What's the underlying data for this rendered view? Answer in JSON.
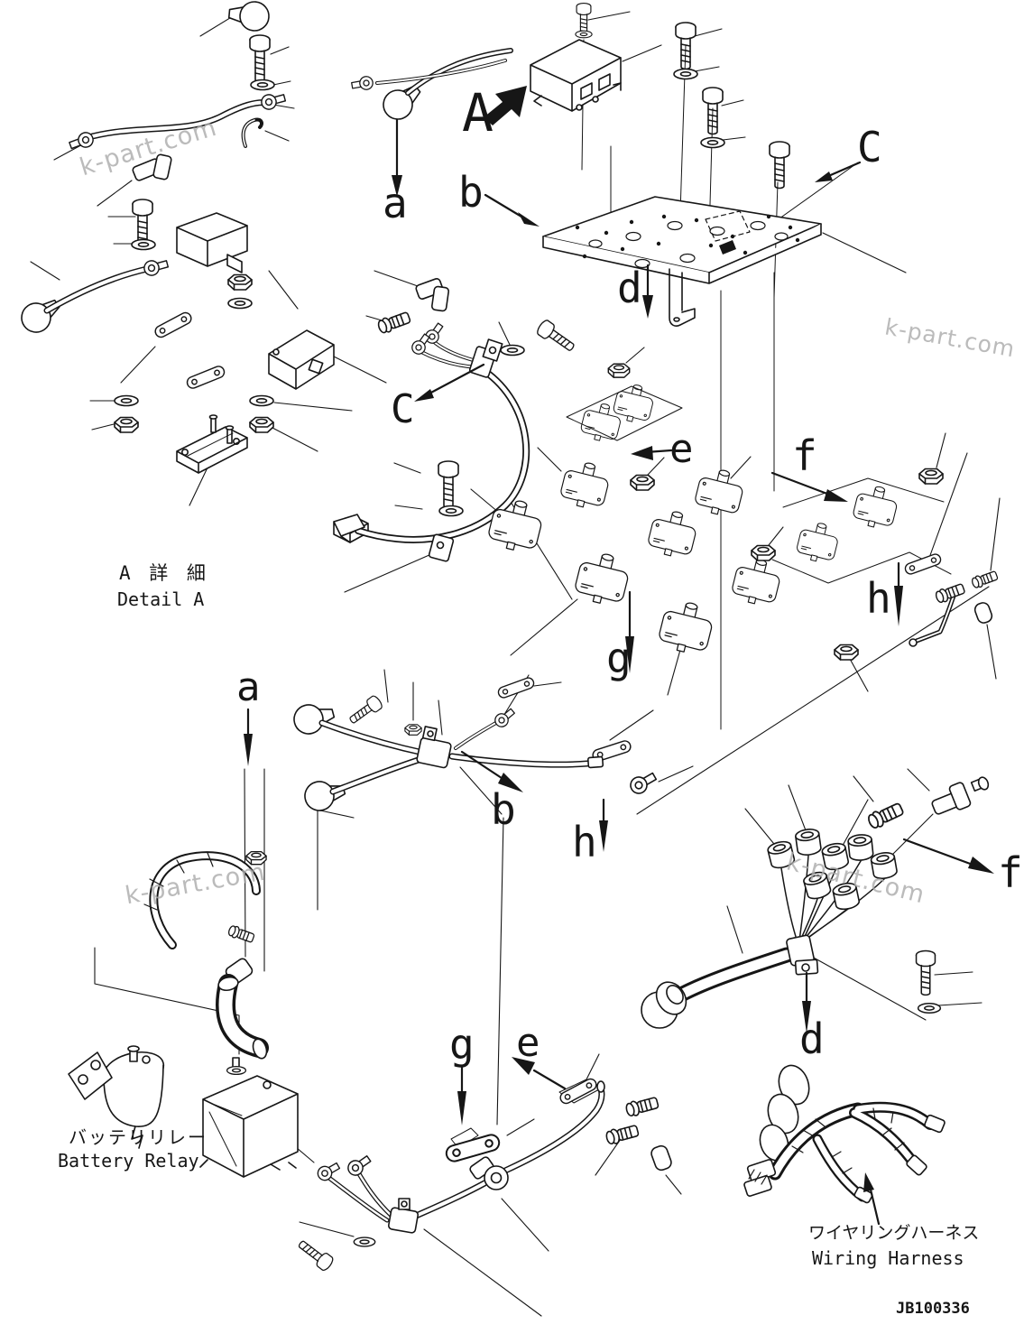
{
  "diagram": {
    "drawing_number": "JB100336",
    "watermark_text": "k-part.com",
    "background": "#ffffff",
    "line_color": "#161616",
    "watermark_color": "#ababab"
  },
  "labels": {
    "detail_jp": "A 詳 細",
    "detail_en": "Detail A",
    "battery_relay_jp": "バッテリリレー",
    "battery_relay_en": "Battery Relay",
    "wiring_harness_jp": "ワイヤリングハーネス",
    "wiring_harness_en": "Wiring Harness"
  },
  "callouts": {
    "view_a": "A",
    "a_top": "a",
    "b_top": "b",
    "c_top": "C",
    "d_top": "d",
    "c_mid": "C",
    "e_mid": "e",
    "f_mid": "f",
    "g_mid": "g",
    "h_mid": "h",
    "a_mid": "a",
    "b_mid": "b",
    "h_low": "h",
    "f_low": "f",
    "g_bot": "g",
    "e_bot": "e",
    "d_bot": "d"
  }
}
